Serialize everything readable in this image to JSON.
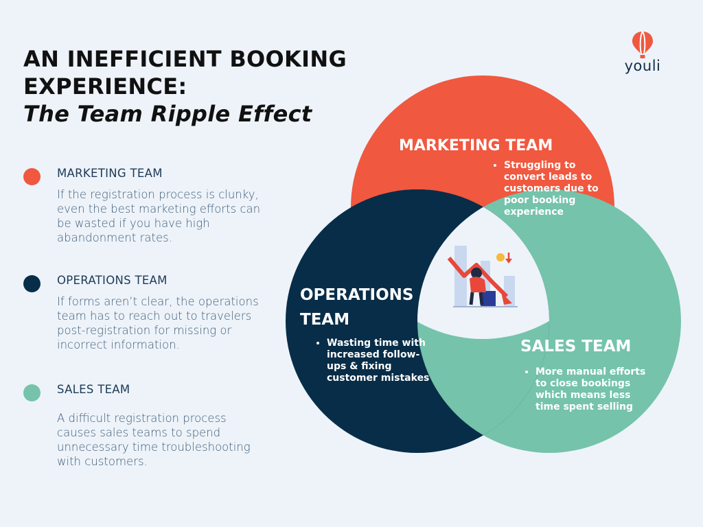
{
  "header": {
    "title_line1": "AN INEFFICIENT BOOKING",
    "title_line2": "EXPERIENCE:",
    "subtitle": "The Team Ripple Effect"
  },
  "logo": {
    "text": "youli",
    "icon": "hot-air-balloon-icon"
  },
  "colors": {
    "marketing": "#f0583f",
    "operations": "#082d48",
    "sales": "#75c3aa",
    "background": "#edf3f9"
  },
  "legend": [
    {
      "name": "MARKETING TEAM",
      "body": "If the registration process is clunky, even the best marketing efforts can be wasted if you have high abandonment rates."
    },
    {
      "name": "OPERATIONS TEAM",
      "body": "If forms aren’t clear, the operations team has to reach out to travelers post-registration for missing or incorrect information."
    },
    {
      "name": "SALES TEAM",
      "body": "A difficult registration process causes sales teams to spend unnecessary time troubleshooting with customers."
    }
  ],
  "venn": {
    "marketing": {
      "title": "MARKETING TEAM",
      "bullet": "Struggling to convert leads to customers due to poor booking experience"
    },
    "operations": {
      "title_line1": "OPERATIONS",
      "title_line2": "TEAM",
      "bullet": "Wasting time with increased follow-ups & fixing customer mistakes"
    },
    "sales": {
      "title": "SALES TEAM",
      "bullet": "More manual efforts to close bookings which means less time spent selling"
    },
    "center_icon": "declining-chart-stressed-person-icon"
  }
}
